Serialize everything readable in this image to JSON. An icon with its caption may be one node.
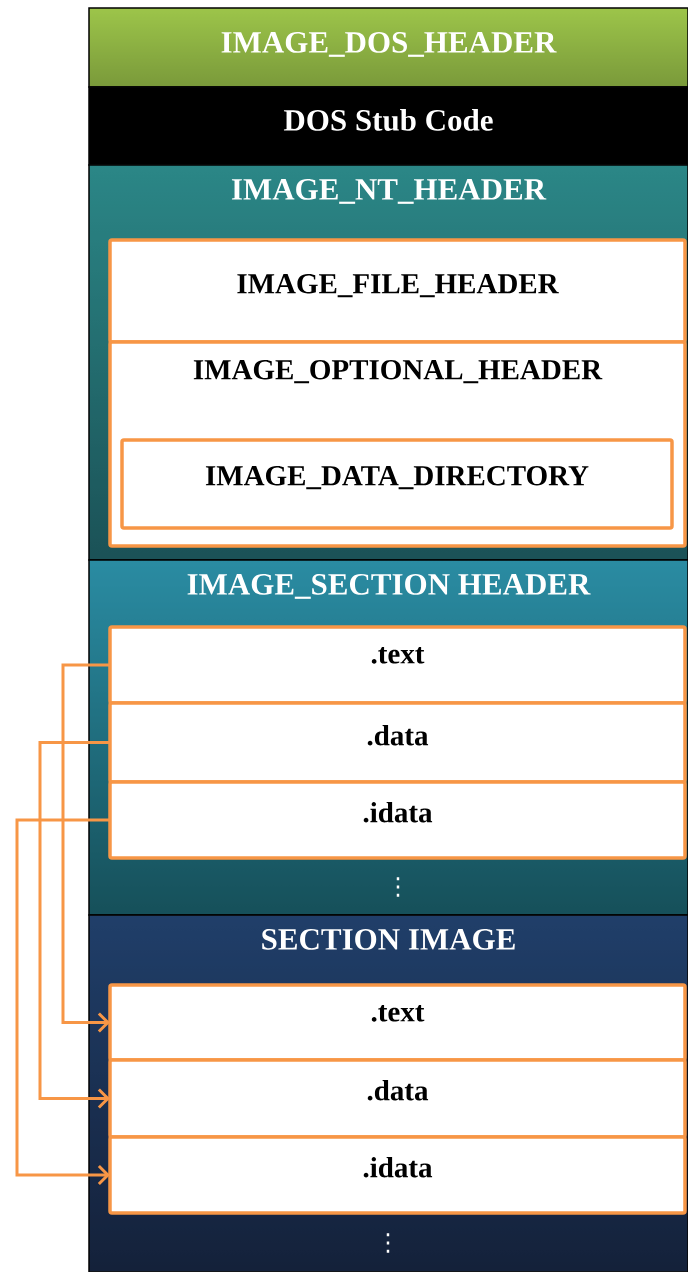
{
  "diagram": {
    "nodes": [
      {
        "text": [
          "IMAGE_DOS_HEADER"
        ]
      },
      {
        "text": [
          "DOS Stub Code"
        ]
      },
      {
        "text": [
          "IMAGE_NT_HEADER"
        ]
      },
      {
        "text": [
          "IMAGE_FILE_HEADER"
        ],
        "in": 2
      },
      {
        "text": [
          "IMAGE_OPTIONAL_HEADER"
        ],
        "in": 2
      },
      {
        "text": [
          "IMAGE_DATA_DIRECTORY"
        ],
        "in": 4
      },
      {
        "text": [
          "IMAGE_SECTION HEADER"
        ]
      },
      {
        "text": [
          ".text"
        ],
        "in": 6
      },
      {
        "text": [
          ".data"
        ],
        "in": 6
      },
      {
        "text": [
          ".idata"
        ],
        "in": 6
      },
      {
        "text": [
          "SECTION IMAGE"
        ]
      },
      {
        "text": [
          ".text"
        ],
        "in": 10
      },
      {
        "text": [
          ".data"
        ],
        "in": 10
      },
      {
        "text": [
          ".idata"
        ],
        "in": 10
      }
    ],
    "edges": [
      {
        "from": 7,
        "to": 11,
        "arrow": "to"
      },
      {
        "from": 8,
        "to": 12,
        "arrow": "to"
      },
      {
        "from": 9,
        "to": 13,
        "arrow": "to"
      }
    ],
    "labels": [
      "⋮",
      "⋮"
    ]
  }
}
